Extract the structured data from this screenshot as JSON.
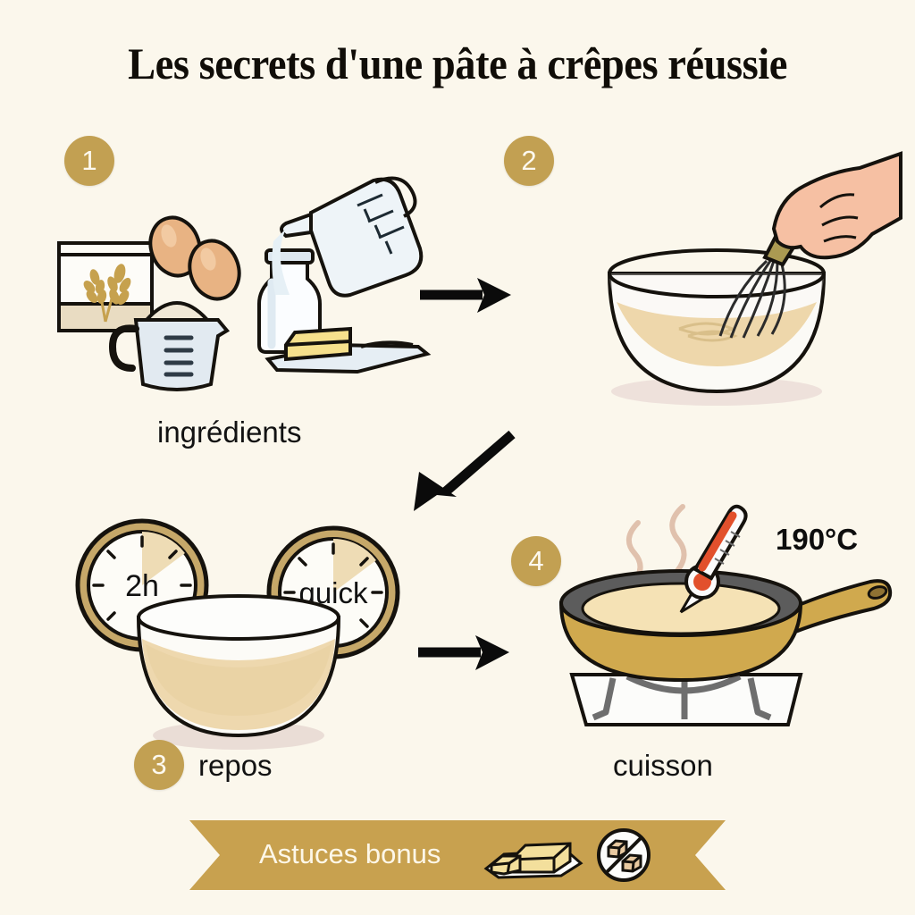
{
  "page": {
    "title": "Les secrets d'une pâte à crêpes réussie",
    "background_color": "#fbf7ec",
    "accent_color": "#c2a052",
    "ink_color": "#121212"
  },
  "steps": [
    {
      "number": "1",
      "caption": "ingrédients",
      "icons": [
        "flour-bag-icon",
        "eggs-icon",
        "measuring-cup-flour-icon",
        "milk-bottle-icon",
        "pouring-jug-icon",
        "butter-dish-icon"
      ]
    },
    {
      "number": "2",
      "caption": "",
      "icons": [
        "mixing-bowl-icon",
        "whisk-icon",
        "hand-icon"
      ]
    },
    {
      "number": "3",
      "caption": "repos",
      "clock_left_label": "2h",
      "clock_right_label": "quick",
      "icons": [
        "clock-icon",
        "clock-icon",
        "resting-bowl-icon"
      ]
    },
    {
      "number": "4",
      "caption": "cuisson",
      "temperature": "190°C",
      "icons": [
        "frying-pan-icon",
        "thermometer-icon",
        "stove-burner-icon",
        "steam-icon"
      ]
    }
  ],
  "arrows": [
    {
      "name": "arrow-step1-to-step2",
      "direction": "right"
    },
    {
      "name": "arrow-step2-to-step3",
      "direction": "down-left"
    },
    {
      "name": "arrow-step3-to-step4",
      "direction": "right"
    }
  ],
  "banner": {
    "label": "Astuces bonus",
    "color": "#c8a css",
    "fill": "#c8a14f",
    "icons": [
      "butter-block-icon",
      "no-sugar-icon"
    ]
  }
}
